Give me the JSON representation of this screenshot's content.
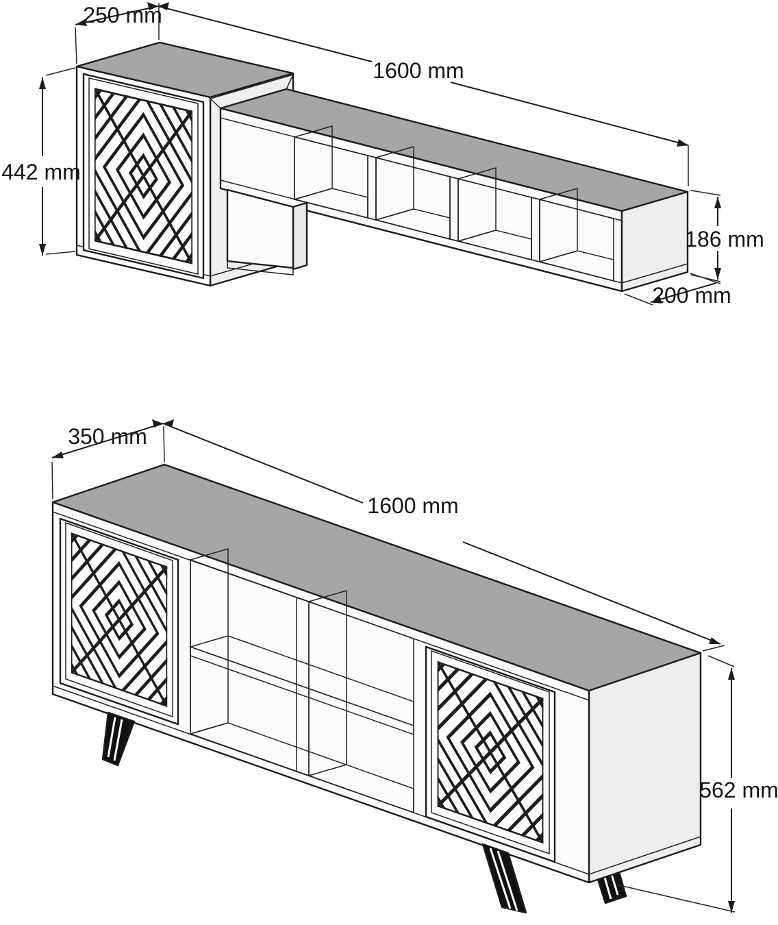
{
  "drawing": {
    "title": "tv-unit-dimension-diagram",
    "stroke_color": "#1c1c1c",
    "top_surface_color": "#a6a6a6",
    "units": {
      "wall_shelf": {
        "name": "wall shelf with patterned cabinet",
        "dim_depth_top": "250 mm",
        "dim_width": "1600 mm",
        "dim_height": "442 mm",
        "dim_shelf_height": "186 mm",
        "dim_shelf_depth": "200 mm"
      },
      "tv_stand": {
        "name": "tv stand with two patterned doors",
        "dim_depth_top": "350 mm",
        "dim_width": "1600 mm",
        "dim_height": "562 mm"
      }
    }
  }
}
